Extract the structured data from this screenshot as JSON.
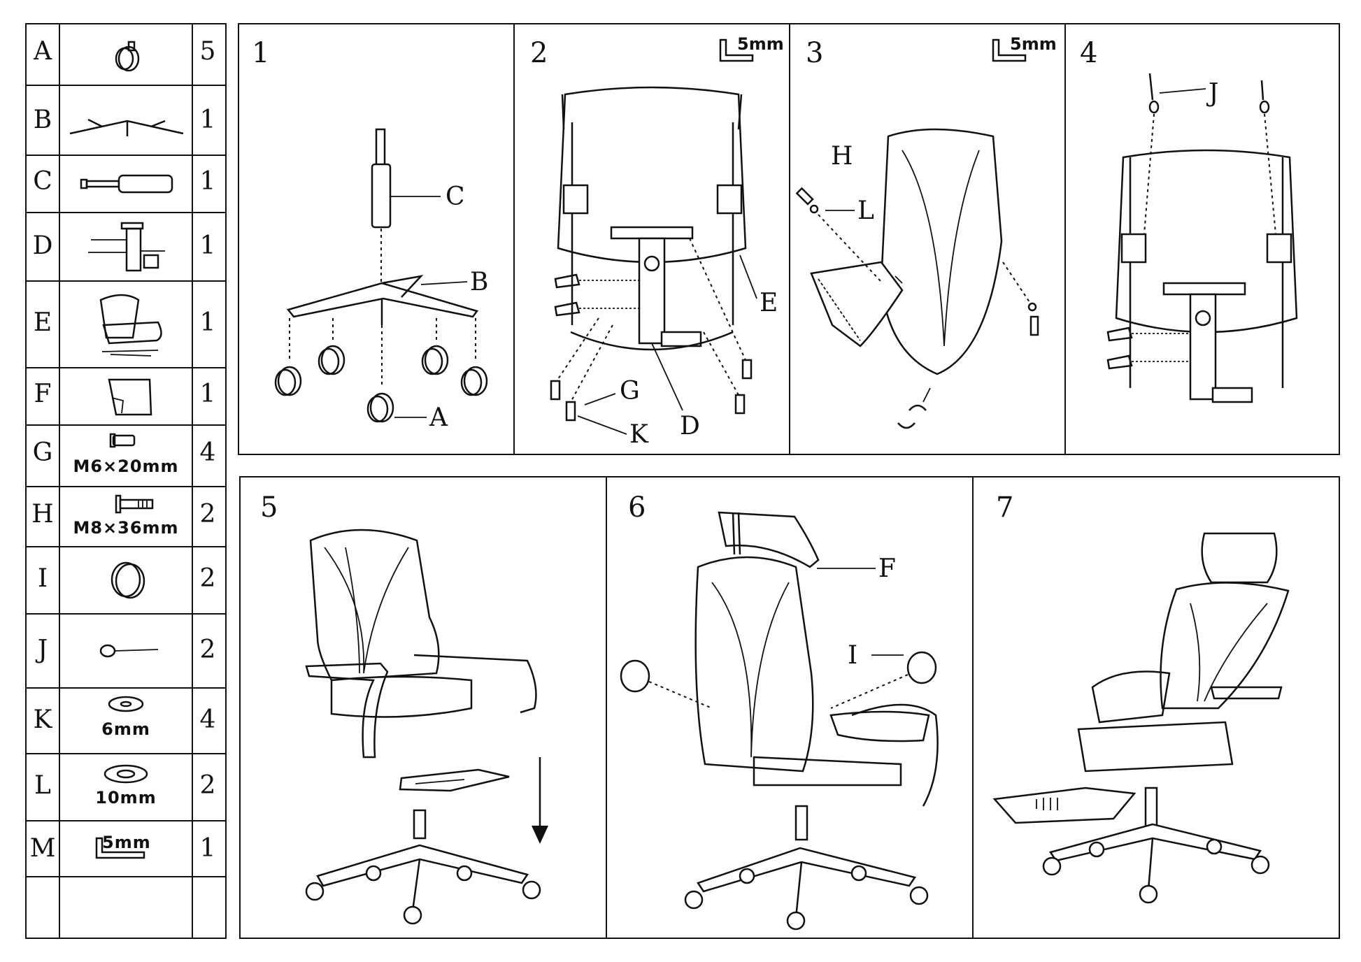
{
  "parts": [
    {
      "letter": "A",
      "qty": "5",
      "icon": "caster-wheel-icon"
    },
    {
      "letter": "B",
      "qty": "1",
      "icon": "base-icon"
    },
    {
      "letter": "C",
      "qty": "1",
      "icon": "gas-lift-icon"
    },
    {
      "letter": "D",
      "qty": "1",
      "icon": "mechanism-icon"
    },
    {
      "letter": "E",
      "qty": "1",
      "icon": "chair-body-icon"
    },
    {
      "letter": "F",
      "qty": "1",
      "icon": "headrest-icon"
    },
    {
      "letter": "G",
      "qty": "4",
      "icon": "bolt-icon",
      "size": "M6×20mm"
    },
    {
      "letter": "H",
      "qty": "2",
      "icon": "bolt-icon",
      "size": "M8×36mm"
    },
    {
      "letter": "I",
      "qty": "2",
      "icon": "cap-icon"
    },
    {
      "letter": "J",
      "qty": "2",
      "icon": "pin-icon"
    },
    {
      "letter": "K",
      "qty": "4",
      "icon": "washer-icon",
      "size": "6mm"
    },
    {
      "letter": "L",
      "qty": "2",
      "icon": "washer-icon",
      "size": "10mm"
    },
    {
      "letter": "M",
      "qty": "1",
      "icon": "allen-key-icon",
      "size": "5mm"
    },
    {
      "letter": "",
      "qty": "",
      "icon": ""
    }
  ],
  "steps": [
    {
      "num": "1",
      "labels": {
        "c": "C",
        "b": "B",
        "a": "A"
      }
    },
    {
      "num": "2",
      "tool": "5mm",
      "labels": {
        "e": "E",
        "g": "G",
        "k": "K",
        "d": "D"
      }
    },
    {
      "num": "3",
      "tool": "5mm",
      "labels": {
        "h": "H",
        "l": "L"
      }
    },
    {
      "num": "4",
      "labels": {
        "j": "J"
      }
    },
    {
      "num": "5"
    },
    {
      "num": "6",
      "labels": {
        "f": "F",
        "i": "I"
      }
    },
    {
      "num": "7"
    }
  ]
}
